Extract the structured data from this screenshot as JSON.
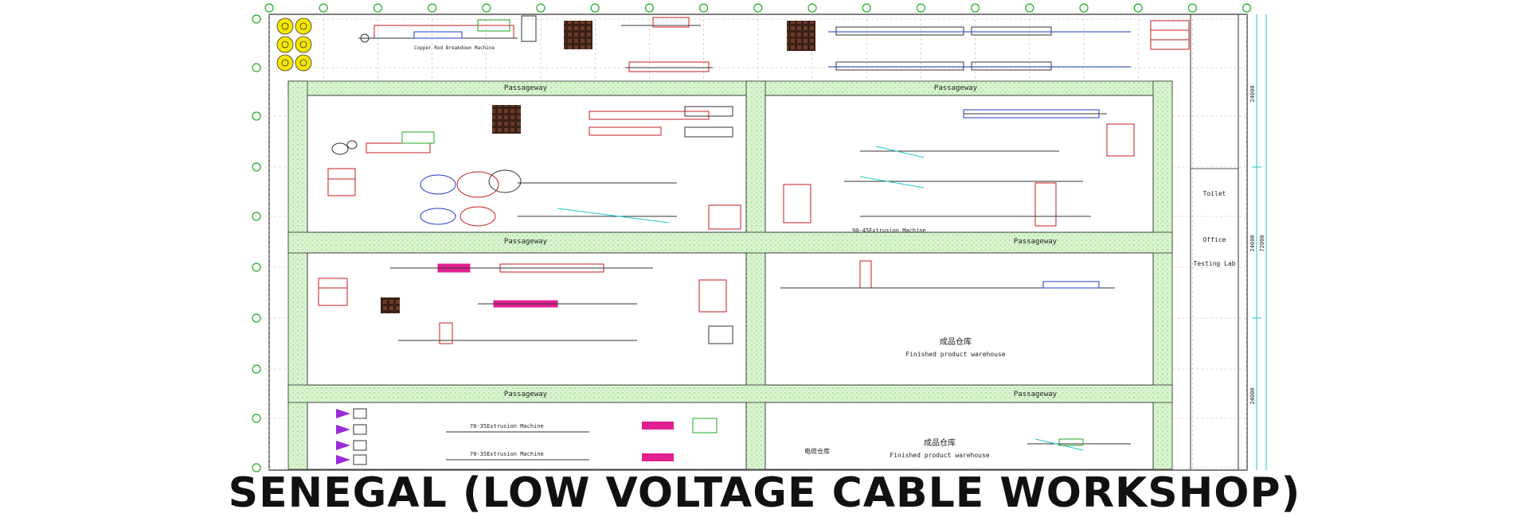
{
  "title": "SENEGAL (LOW VOLTAGE CABLE WORKSHOP)",
  "labels": {
    "copper_rod": "Copper Rod Breakdown Machine",
    "passageway": "Passageway",
    "extrusion_90_45": "90-45Extrusion Machine",
    "extrusion_70_35_a": "70-35Extrusion Machine",
    "extrusion_70_35_b": "70-35Extrusion Machine",
    "finished_cn": "成品仓库",
    "finished_en": "Finished product warehouse",
    "toilet": "Toilet",
    "office": "Office",
    "testing_lab": "Testing Lab",
    "small_cn": "电缆仓库"
  },
  "dimensions": {
    "d1": "24000",
    "d2": "24000",
    "d3": "24000",
    "d_total": "72000"
  },
  "colors": {
    "passage_fill": "#d8f5d0",
    "line_green": "#22aa22",
    "wall": "#555555",
    "machine_red": "#c81e1e",
    "machine_blue": "#1e3cc8",
    "machine_pink": "#e02090",
    "coil_yellow": "#f5e600",
    "triangle_purple": "#9a2bd8",
    "grid_dark": "#2a1810"
  }
}
